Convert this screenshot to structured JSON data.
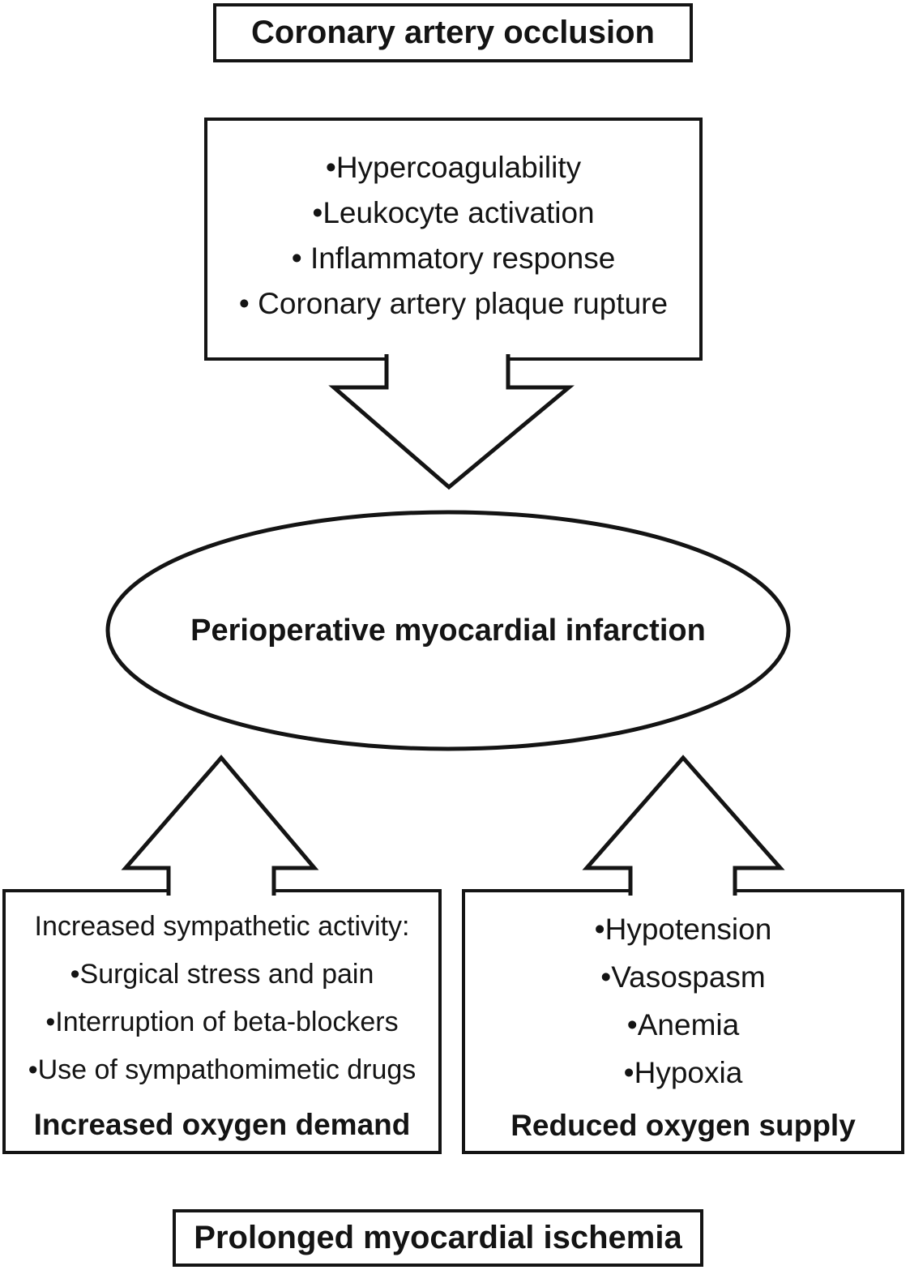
{
  "top_box": {
    "label": "Coronary artery occlusion"
  },
  "causes_box": {
    "items": [
      "•Hypercoagulability",
      "•Leukocyte activation",
      "• Inflammatory response",
      "• Coronary artery plaque rupture"
    ]
  },
  "center_ellipse": {
    "label": "Perioperative myocardial infarction"
  },
  "left_box": {
    "header": "Increased sympathetic activity:",
    "items": [
      "•Surgical stress and pain",
      "•Interruption of beta-blockers",
      "•Use of sympathomimetic drugs"
    ],
    "footer": "Increased oxygen demand"
  },
  "right_box": {
    "items": [
      "•Hypotension",
      "•Vasospasm",
      "•Anemia",
      "•Hypoxia"
    ],
    "footer": "Reduced oxygen supply"
  },
  "bottom_box": {
    "label": "Prolonged myocardial ischemia"
  },
  "colors": {
    "stroke": "#141414",
    "background": "#ffffff",
    "text": "#141414"
  }
}
